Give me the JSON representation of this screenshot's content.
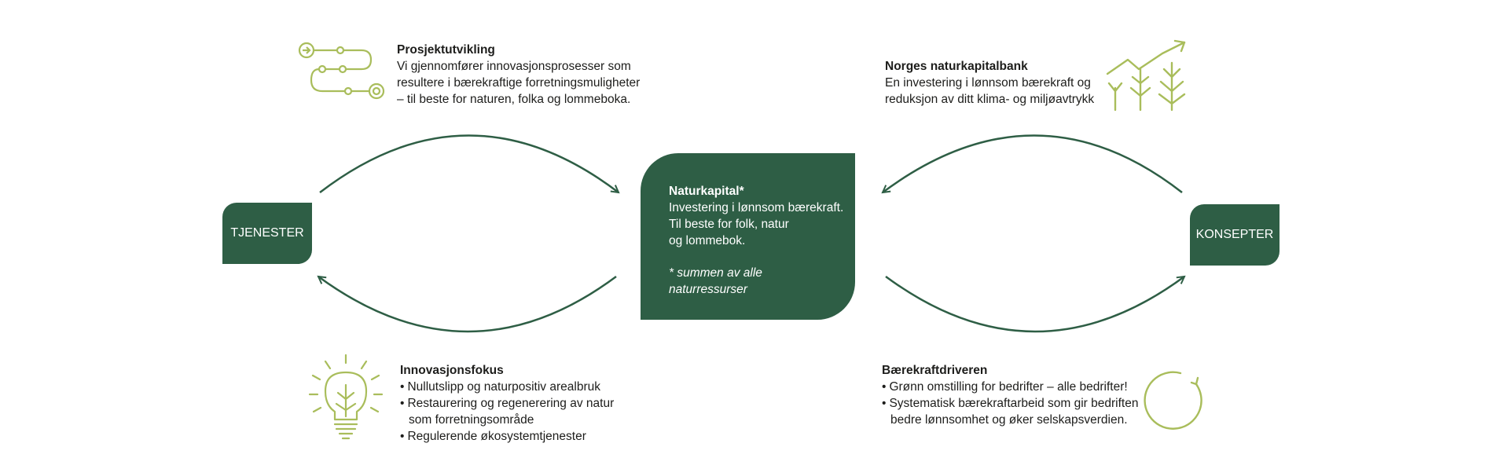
{
  "center": {
    "title": "Naturkapital*",
    "lines": [
      "Investering i lønnsom bærekraft.",
      "Til beste for folk, natur",
      "og lommebok."
    ],
    "note_lines": [
      "* summen av alle",
      "naturressurser"
    ]
  },
  "left_box": {
    "label": "TJENESTER"
  },
  "right_box": {
    "label": "KONSEPTER"
  },
  "top_left": {
    "title": "Prosjektutvikling",
    "lines": [
      "Vi gjennomfører innovasjonsprosesser som",
      "resultere i bærekraftige forretningsmuligheter",
      "– til beste for naturen, folka og lommeboka."
    ]
  },
  "top_right": {
    "title": "Norges naturkapitalbank",
    "lines": [
      "En investering i lønnsom bærekraft og",
      "reduksjon av ditt klima- og miljøavtrykk"
    ]
  },
  "bottom_left": {
    "title": "Innovasjonsfokus",
    "bullets": [
      "Nullutslipp og naturpositiv arealbruk",
      "Restaurering og regenerering av natur",
      "Regulerende økosystemtjenester"
    ],
    "continuation": "som forretningsområde"
  },
  "bottom_right": {
    "title": "Bærekraftdriveren",
    "bullets": [
      "Grønn omstilling for bedrifter – alle bedrifter!",
      "Systematisk bærekraftarbeid som gir bedriften"
    ],
    "continuation": "bedre lønnsomhet og øker selskapsverdien."
  },
  "icons": {
    "top_left": "winding-path-icon",
    "top_right": "growth-trees-icon",
    "bottom_left": "lightbulb-plant-icon",
    "bottom_right": "cycle-arrow-icon"
  },
  "colors": {
    "dark_green": "#2e5e45",
    "light_green": "#a9bd5b",
    "text": "#1d1d1b",
    "background": "#ffffff"
  }
}
